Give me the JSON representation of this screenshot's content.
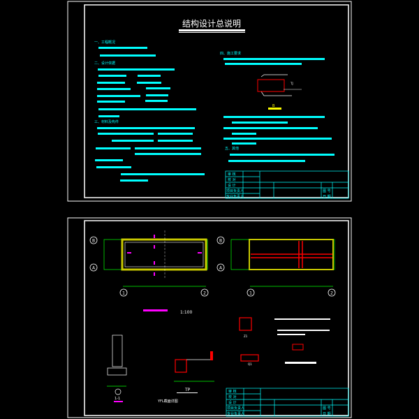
{
  "sheet1": {
    "title": "结构设计总说明",
    "sections": [
      "一、工程概况",
      "二、设计依据",
      "三、材料及构件",
      "四、施工要求",
      "五、其他"
    ],
    "detail_label": "B"
  },
  "sheet2": {
    "plan_scale": "1:100",
    "section_label": "1-1",
    "detail_tp": "TP",
    "note_yfl": "YFL截面详图",
    "axis_labels": {
      "top": "B",
      "bottom": "A",
      "left": "1",
      "right": "2"
    },
    "detail_labels": [
      "Z1",
      "Q1"
    ]
  },
  "title_block": {
    "rows": [
      "审 核",
      "校 对",
      "设 计",
      "项目负责人",
      "专业负责人"
    ],
    "sheet_label": "图 号",
    "date_label": "日 期"
  },
  "colors": {
    "cyan": "#00ffff",
    "yellow": "#c8c800",
    "red": "#ff0000",
    "green": "#00ff00",
    "magenta": "#ff00ff"
  }
}
